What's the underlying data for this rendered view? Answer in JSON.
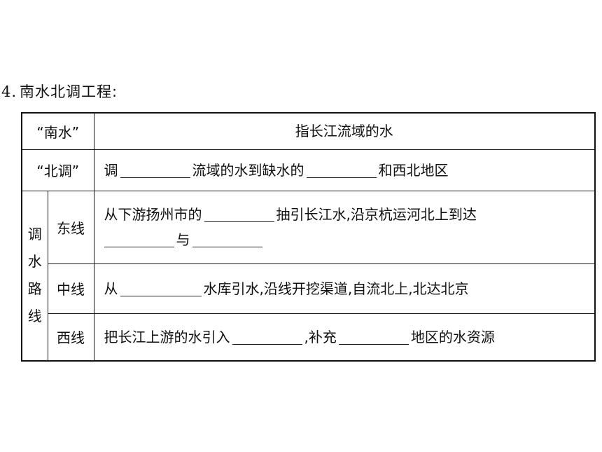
{
  "heading": {
    "number": "4.",
    "title": "南水北调工程:"
  },
  "table": {
    "row_nanshui": {
      "label": "“南水”",
      "content": "指长江流域的水"
    },
    "row_beidiao": {
      "label": "“北调”",
      "part1": "调",
      "part2": "流域的水到缺水的",
      "part3": "和西北地区"
    },
    "routes": {
      "label_chars": [
        "调",
        "水",
        "路",
        "线"
      ],
      "east": {
        "label": "东线",
        "part1": "从下游扬州市的",
        "part2": "抽引长江水,沿京杭运河北上到达",
        "part3": "与"
      },
      "middle": {
        "label": "中线",
        "part1": "从",
        "part2": "水库引水,沿线开挖渠道,自流北上,北达北京"
      },
      "west": {
        "label": "西线",
        "part1": "把长江上游的水引入",
        "part2": ",补充",
        "part3": "地区的水资源"
      }
    }
  }
}
